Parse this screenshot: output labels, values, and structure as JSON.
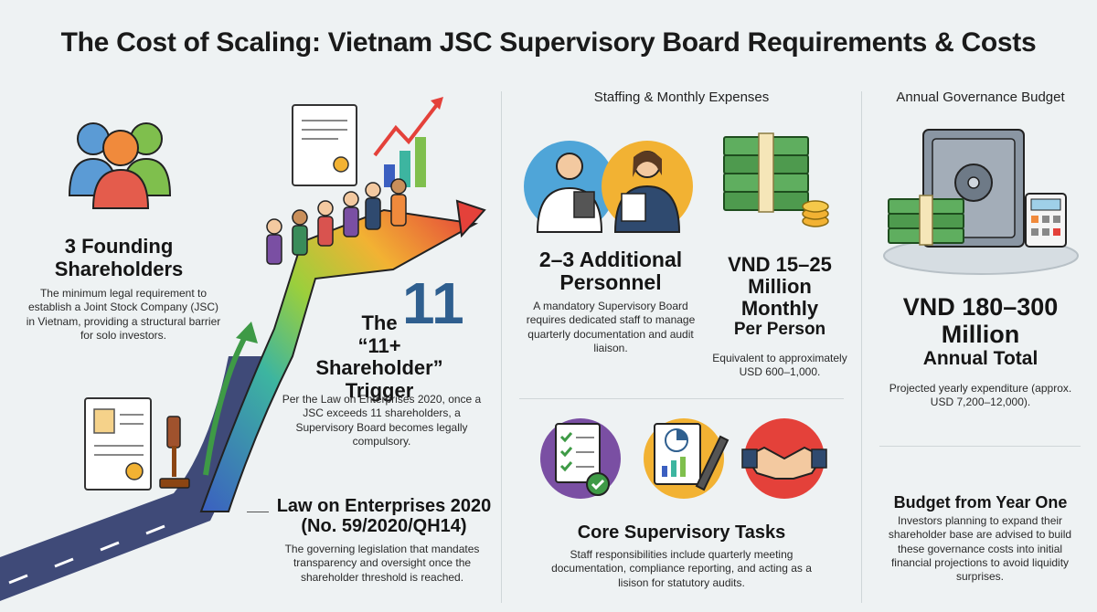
{
  "title": "The Cost of Scaling: Vietnam JSC Supervisory Board Requirements & Costs",
  "founders": {
    "heading_line1": "3 Founding",
    "heading_line2": "Shareholders",
    "body": "The minimum legal requirement to establish a Joint Stock Company (JSC) in Vietnam, providing a structural barrier for solo investors."
  },
  "trigger": {
    "big_number": "11",
    "heading_line1": "The",
    "heading_line2": "“11+ Shareholder”",
    "heading_line3": "Trigger",
    "body": "Per the Law on Enterprises 2020, once a JSC exceeds 11 shareholders, a Supervisory Board becomes legally compulsory."
  },
  "law": {
    "heading_line1": "Law on Enterprises 2020",
    "heading_line2": "(No. 59/2020/QH14)",
    "body": "The governing legislation that mandates transparency and oversight once the shareholder threshold is reached."
  },
  "staffing": {
    "section_title": "Staffing & Monthly Expenses",
    "personnel_line1": "2–3 Additional",
    "personnel_line2": "Personnel",
    "personnel_body": "A mandatory Supervisory Board requires dedicated staff to manage quarterly documentation and audit liaison.",
    "cost_line1": "VND 15–25",
    "cost_line2": "Million",
    "cost_line3": "Monthly",
    "cost_line4": "Per Person",
    "cost_body": "Equivalent to approximately USD 600–1,000."
  },
  "tasks": {
    "heading": "Core Supervisory Tasks",
    "body": "Staff responsibilities include quarterly meeting documentation, compliance reporting, and acting as a lisison for statutory audits."
  },
  "budget": {
    "section_title": "Annual Governance Budget",
    "amount_line1": "VND 180–300",
    "amount_line2": "Million",
    "amount_line3": "Annual Total",
    "body": "Projected yearly expenditure (approx. USD 7,200–12,000).",
    "year_one_heading": "Budget from Year One",
    "year_one_body": "Investors planning to expand their shareholder base are advised to build these governance costs into initial financial projections to avoid liquidity surprises."
  },
  "colors": {
    "accent_blue": "#2f5f8f",
    "money_green": "#4e9a4e",
    "road": "#3f4a78"
  }
}
